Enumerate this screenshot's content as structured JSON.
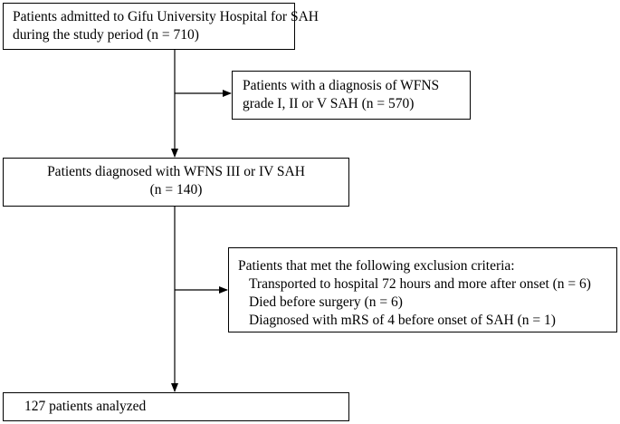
{
  "flowchart": {
    "box1": {
      "line1": "Patients admitted to Gifu University Hospital for SAH",
      "line2": "during the study period (n = 710)"
    },
    "box2": {
      "line1": "Patients with a diagnosis of WFNS",
      "line2": "grade I, II or V SAH (n = 570)"
    },
    "box3": {
      "line1": "Patients diagnosed with WFNS III or IV SAH",
      "line2": "(n = 140)"
    },
    "box4": {
      "header": "Patients that met the following exclusion criteria:",
      "items": [
        "Transported to hospital 72 hours and more after onset (n = 6)",
        "Died before surgery (n = 6)",
        "Diagnosed with mRS of 4 before onset of SAH (n = 1)"
      ]
    },
    "box5": {
      "line1": "127 patients analyzed"
    }
  }
}
